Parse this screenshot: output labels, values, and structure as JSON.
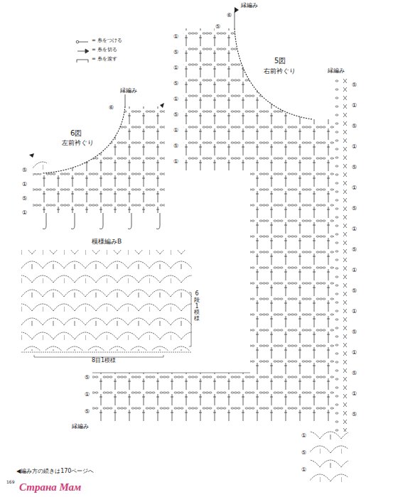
{
  "diagram": {
    "labels": [
      "縁編み",
      "⑥",
      "6図",
      "左前衿ぐり",
      "⑤",
      "①",
      "⑤",
      "①",
      "縁編み",
      "⑥",
      "⑤",
      "①",
      "⑤",
      "①",
      "⑤",
      "①",
      "⑤",
      "①",
      "⑤",
      "①",
      "5図",
      "右前衿ぐり",
      "縁編み",
      "⑤",
      "①",
      "⑤",
      "①",
      "⑤",
      "①",
      "⑤",
      "①",
      "⑤",
      "①",
      "⑤",
      "①",
      "⑤",
      "①",
      "⑤",
      "①",
      "⑤",
      "⑤",
      "①",
      "⑤",
      "縁編み",
      "①",
      "⑤",
      "①",
      "模様編みB",
      "6段1模様",
      "8目1模様",
      "◀編み方の続きは170ページへ",
      "169",
      "Страна Мам"
    ],
    "legend": [
      {
        "text": "= 糸をつける"
      },
      {
        "text": "= 糸を切る"
      },
      {
        "text": "= 糸を渡す"
      }
    ]
  }
}
